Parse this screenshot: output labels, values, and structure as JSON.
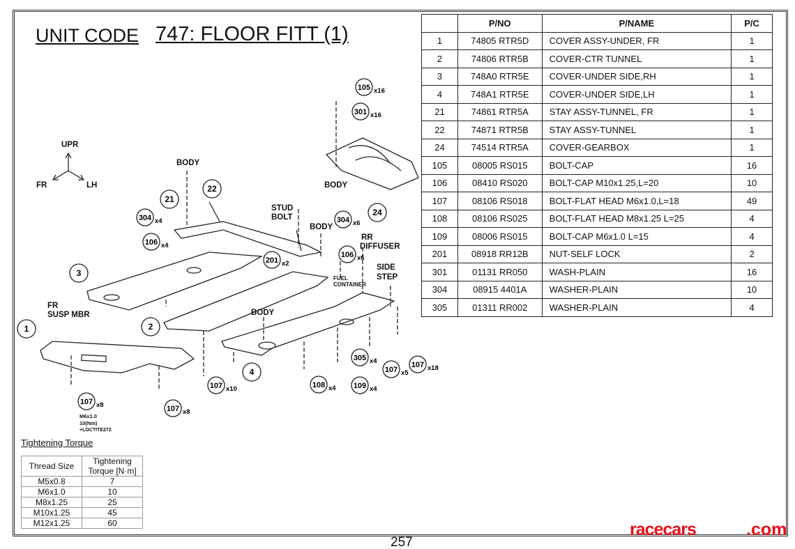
{
  "header": {
    "unit_code_label": "UNIT CODE",
    "unit_title": "747: FLOOR FITT (1)"
  },
  "parts_table": {
    "columns": [
      "",
      "P/NO",
      "P/NAME",
      "P/C"
    ],
    "rows": [
      [
        "1",
        "74805 RTR5D",
        "COVER ASSY-UNDER, FR",
        "1"
      ],
      [
        "2",
        "74806 RTR5B",
        "COVER-CTR TUNNEL",
        "1"
      ],
      [
        "3",
        "748A0 RTR5E",
        "COVER-UNDER SIDE,RH",
        "1"
      ],
      [
        "4",
        "748A1 RTR5E",
        "COVER-UNDER SIDE,LH",
        "1"
      ],
      [
        "21",
        "74861 RTR5A",
        "STAY ASSY-TUNNEL, FR",
        "1"
      ],
      [
        "22",
        "74871 RTR5B",
        "STAY ASSY-TUNNEL",
        "1"
      ],
      [
        "24",
        "74514 RTR5A",
        "COVER-GEARBOX",
        "1"
      ],
      [
        "105",
        "08005 RS015",
        "BOLT-CAP",
        "16"
      ],
      [
        "106",
        "08410 RS020",
        "BOLT-CAP M10x1.25,L=20",
        "10"
      ],
      [
        "107",
        "08106 RS018",
        "BOLT-FLAT HEAD M6x1.0,L=18",
        "49"
      ],
      [
        "108",
        "08106 RS025",
        "BOLT-FLAT HEAD M8x1.25 L=25",
        "4"
      ],
      [
        "109",
        "08006 RS015",
        "BOLT-CAP M6x1.0 L=15",
        "4"
      ],
      [
        "201",
        "08918 RR12B",
        "NUT-SELF LOCK",
        "2"
      ],
      [
        "301",
        "01131 RR050",
        "WASH-PLAIN",
        "16"
      ],
      [
        "304",
        "08915 4401A",
        "WASHER-PLAIN",
        "10"
      ],
      [
        "305",
        "01311 RR002",
        "WASHER-PLAIN",
        "4"
      ]
    ]
  },
  "diagram": {
    "axes": {
      "up": "UPR",
      "fr": "FR",
      "lh": "LH"
    },
    "callouts": [
      {
        "num": "105",
        "qty": "x16"
      },
      {
        "num": "301",
        "qty": "x16"
      },
      {
        "num": "24",
        "qty": ""
      },
      {
        "num": "22",
        "qty": ""
      },
      {
        "num": "21",
        "qty": ""
      },
      {
        "num": "304",
        "qty": "x4"
      },
      {
        "num": "106",
        "qty": "x4"
      },
      {
        "num": "304",
        "qty": "x6"
      },
      {
        "num": "106",
        "qty": "x6"
      },
      {
        "num": "201",
        "qty": "x2"
      },
      {
        "num": "3",
        "qty": ""
      },
      {
        "num": "2",
        "qty": ""
      },
      {
        "num": "1",
        "qty": ""
      },
      {
        "num": "4",
        "qty": ""
      },
      {
        "num": "107",
        "qty": "x10"
      },
      {
        "num": "107",
        "qty": "x8"
      },
      {
        "num": "107",
        "qty": "x8"
      },
      {
        "num": "108",
        "qty": "x4"
      },
      {
        "num": "109",
        "qty": "x4"
      },
      {
        "num": "305",
        "qty": "x4"
      },
      {
        "num": "107",
        "qty": "x5"
      },
      {
        "num": "107",
        "qty": "x18"
      }
    ],
    "labels": [
      "BODY",
      "BODY",
      "STUD",
      "BOLT",
      "BODY",
      "RR",
      "DIFFUSER",
      "SIDE",
      "STEP",
      "FUEL",
      "CONTAINER",
      "BODY",
      "FR",
      "SUSP MBR"
    ],
    "note_lines": [
      "M6x1.0",
      "10(Nm)",
      "+LOCTITE272"
    ]
  },
  "torque": {
    "title": "Tightening Torque",
    "headers": [
      "Thread Size",
      "Tightening",
      "Torque [N·m]"
    ],
    "rows": [
      [
        "M5x0.8",
        "7"
      ],
      [
        "M6x1.0",
        "10"
      ],
      [
        "M8x1.25",
        "25"
      ],
      [
        "M10x1.25",
        "45"
      ],
      [
        "M12x1.25",
        "60"
      ]
    ]
  },
  "page_number": "257",
  "watermark": {
    "left": "racecars",
    "right": ".com"
  }
}
